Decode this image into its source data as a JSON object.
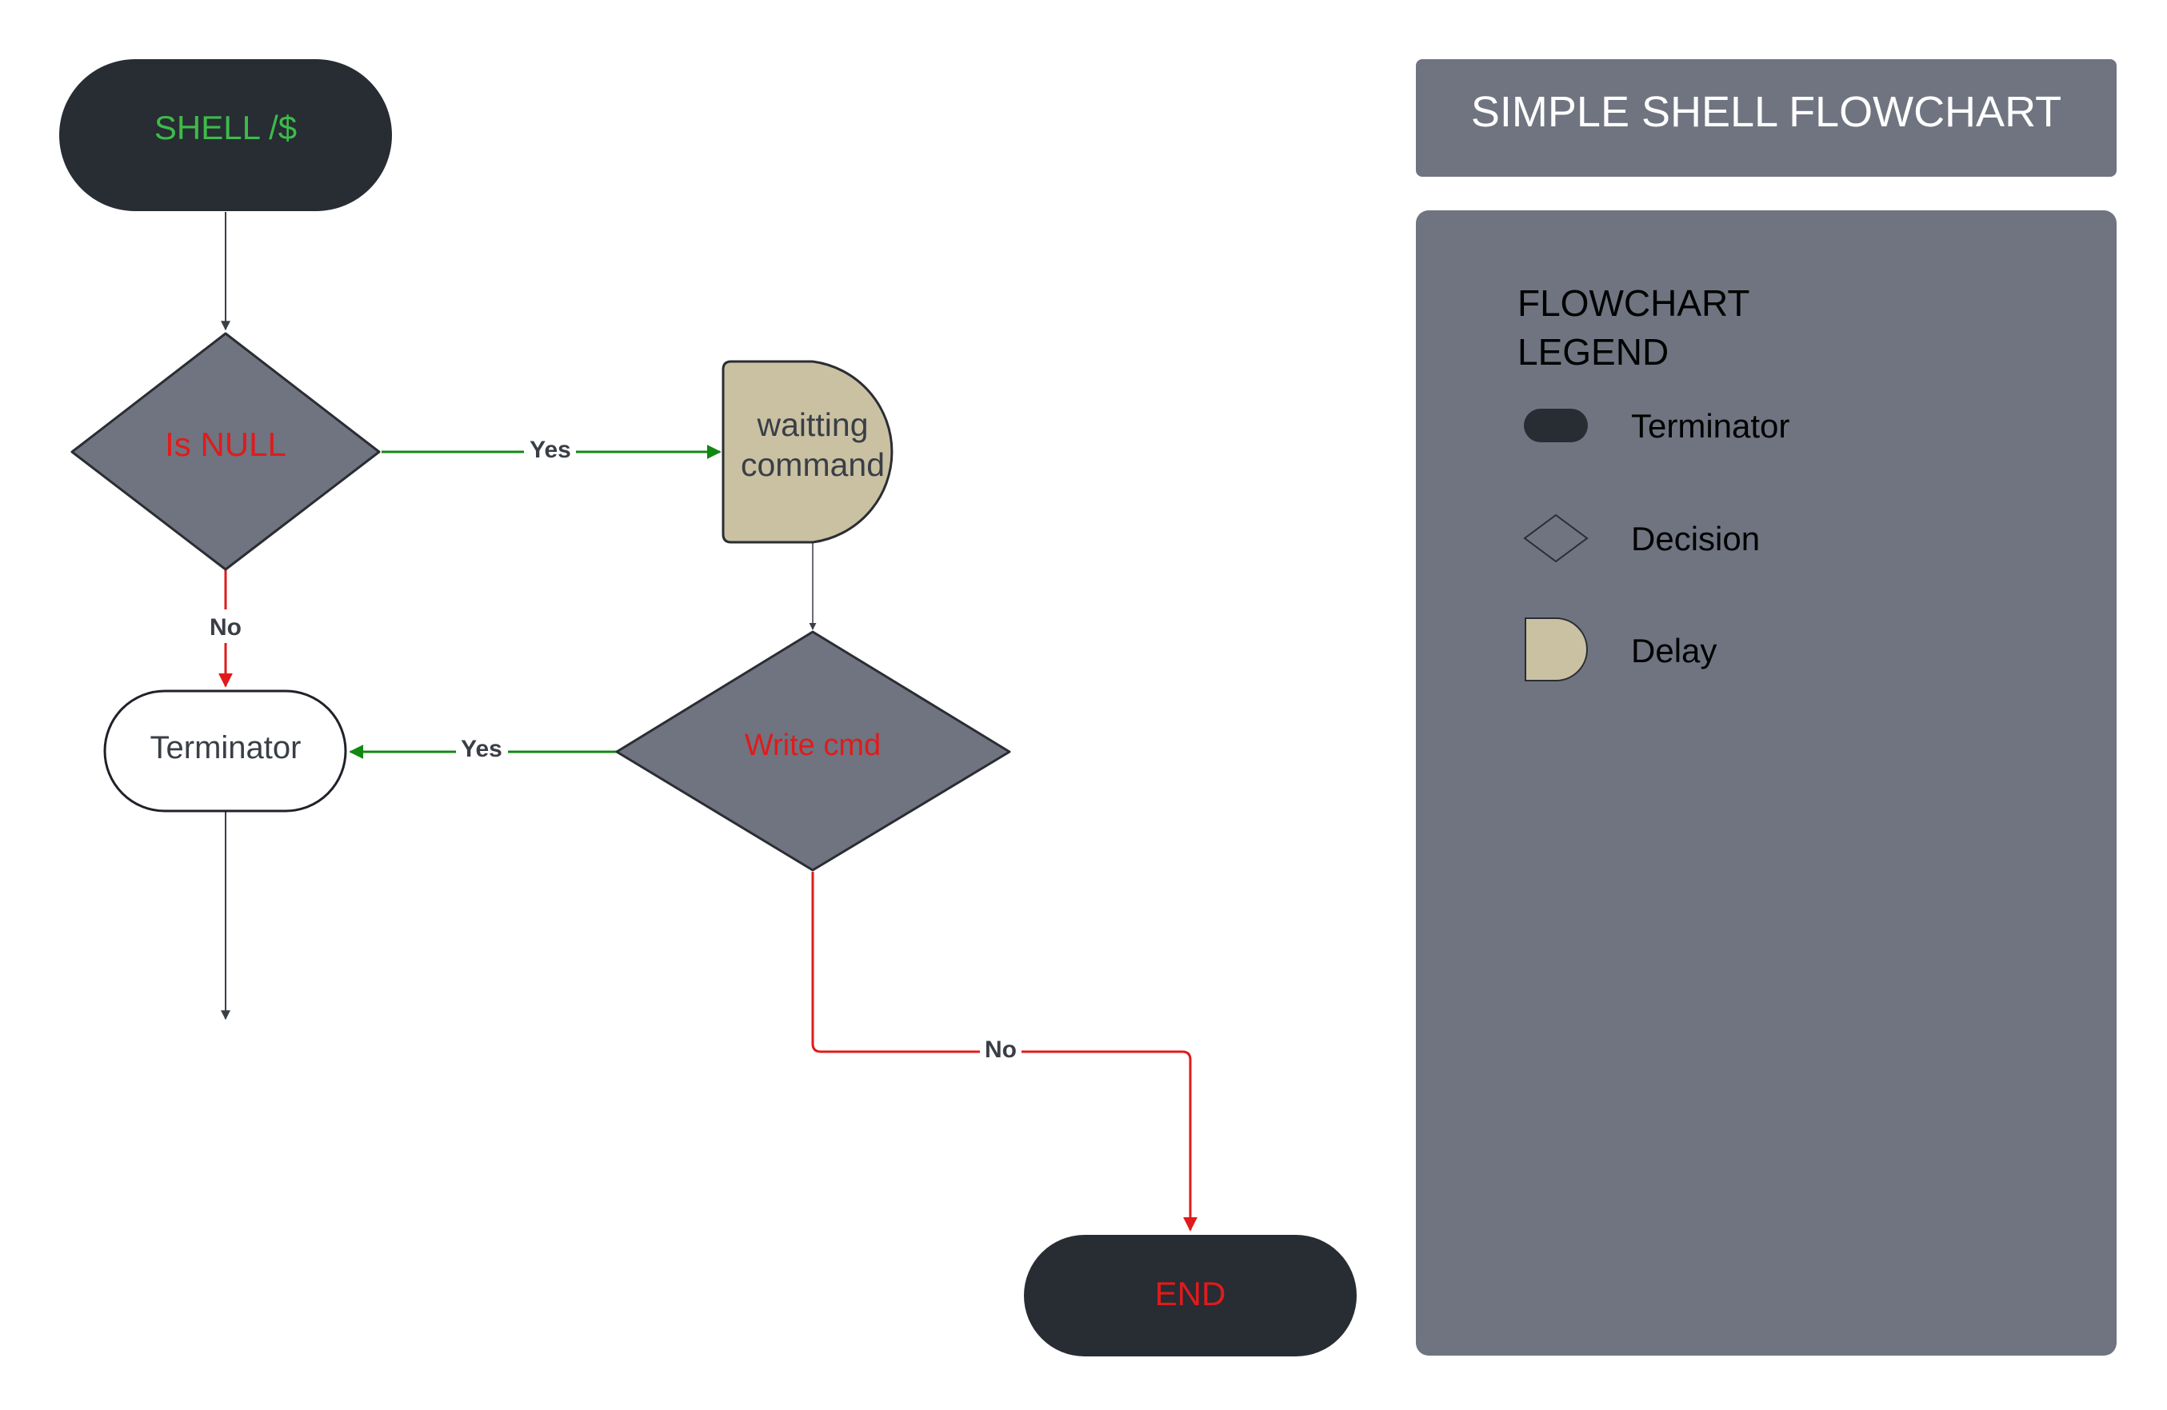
{
  "title": "SIMPLE SHELL FLOWCHART",
  "colors": {
    "terminator_fill": "#282c33",
    "decision_fill": "#6f7480",
    "delay_fill": "#c9c1a2",
    "panel_fill": "#6f7480",
    "yes_edge": "#118811",
    "no_edge": "#e01b1b",
    "neutral_edge": "#3a3e46",
    "green_text": "#3dbb4a",
    "red_text": "#e01b1b"
  },
  "nodes": {
    "start": {
      "label": "SHELL /$",
      "shape": "terminator"
    },
    "is_null": {
      "label": "Is NULL",
      "shape": "decision"
    },
    "waiting": {
      "label_line1": "waitting",
      "label_line2": "command",
      "shape": "delay"
    },
    "terminator": {
      "label": "Terminator",
      "shape": "terminator-outline"
    },
    "write_cmd": {
      "label": "Write cmd",
      "shape": "decision"
    },
    "end": {
      "label": "END",
      "shape": "terminator"
    }
  },
  "edges": {
    "start_to_isnull": {
      "label": ""
    },
    "isnull_yes": {
      "label": "Yes"
    },
    "isnull_no": {
      "label": "No"
    },
    "waiting_to_write": {
      "label": ""
    },
    "write_yes": {
      "label": "Yes"
    },
    "write_no": {
      "label": "No"
    },
    "terminator_down": {
      "label": ""
    }
  },
  "legend": {
    "title_line1": "FLOWCHART",
    "title_line2": "LEGEND",
    "items": [
      {
        "label": "Terminator",
        "icon": "terminator-icon"
      },
      {
        "label": "Decision",
        "icon": "decision-icon"
      },
      {
        "label": "Delay",
        "icon": "delay-icon"
      }
    ]
  }
}
